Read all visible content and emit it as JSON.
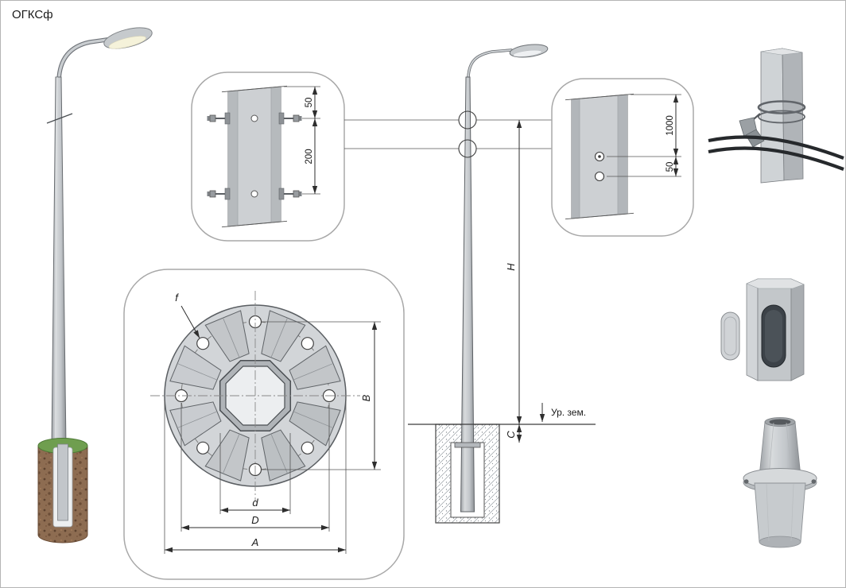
{
  "title": "ОГКСф",
  "top_detail": {
    "dim_top": "50",
    "dim_bottom": "200"
  },
  "flange_detail": {
    "f": "f",
    "B": "B",
    "d": "d",
    "D": "D",
    "A": "A"
  },
  "elevation": {
    "H": "H",
    "C": "C",
    "ground": "Ур. зем."
  },
  "right_detail": {
    "dim_1000": "1000",
    "dim_50": "50"
  },
  "colors": {
    "pole_gray": "#c6cacd",
    "pole_edge": "#6e7276",
    "foundation_brown": "#8d6c51",
    "grass_green": "#6f9e4f",
    "line_color": "#3c3c3c",
    "callout_border": "#a8a8a8",
    "cable_black": "#26292c",
    "door_dark": "#3c4248"
  }
}
